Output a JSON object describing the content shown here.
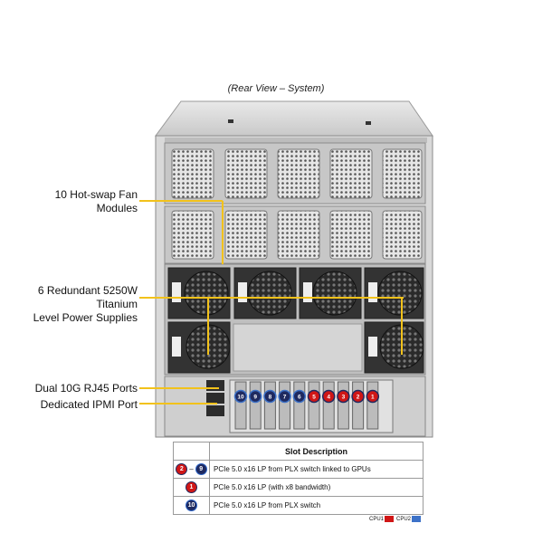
{
  "caption": "(Rear View – System)",
  "callouts": {
    "fans": [
      "10 Hot-swap Fan",
      "Modules"
    ],
    "psu": [
      "6 Redundant 5250W Titanium",
      "Level Power Supplies"
    ],
    "rj45": "Dual 10G RJ45 Ports",
    "ipmi": "Dedicated IPMI Port"
  },
  "slot_labels": [
    "10",
    "9",
    "8",
    "7",
    "6",
    "5",
    "4",
    "3",
    "2",
    "1"
  ],
  "table": {
    "header": "Slot Description",
    "rows": [
      {
        "badge_start": "2",
        "badge_end": "9",
        "dash": "–",
        "text": "PCIe 5.0 x16 LP from PLX switch linked to GPUs"
      },
      {
        "badge": "1",
        "text": "PCIe 5.0 x16 LP (with x8 bandwidth)"
      },
      {
        "badge": "10",
        "text": "PCIe 5.0 x16 LP from PLX switch"
      }
    ]
  },
  "legend": {
    "cpu1": "CPU1",
    "cpu2": "CPU2"
  },
  "colors": {
    "accent_line": "#f2c21b",
    "cpu1": "#d01616",
    "cpu2": "#3d72c8",
    "badge_navy": "#1f2a60"
  }
}
